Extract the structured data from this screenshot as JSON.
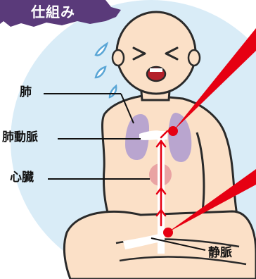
{
  "header": {
    "title": "仕組み"
  },
  "labels": {
    "lungs": "肺",
    "pulmonary_artery": "肺動脈",
    "heart": "心臓",
    "vein": "静脈"
  },
  "colors": {
    "background_circle": "#d9ecf7",
    "skin": "#fbe0c7",
    "skin_outline": "#2a2a2a",
    "lungs": "#b9a5cf",
    "heart": "#e9a3a3",
    "clot": "#e60012",
    "laser_ray": "#e60012",
    "badge_purple": "#5a3a7a",
    "sweat": "#5aa6d6",
    "mouth": "#b3202a"
  },
  "icons": [
    "sweat-drop-icon",
    "clot-dot-icon",
    "arrow-up-icon"
  ]
}
